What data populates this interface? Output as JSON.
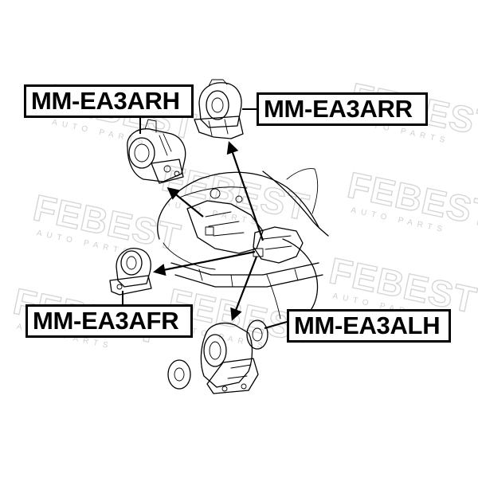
{
  "watermark": {
    "brand": "FEBEST",
    "tagline": "AUTO PARTS"
  },
  "labels": {
    "rear_right": "MM-EA3ARH",
    "rear_rear": "MM-EA3ARR",
    "front": "MM-EA3AFR",
    "left": "MM-EA3ALH"
  },
  "colors": {
    "ink": "#000000",
    "watermark": "#d6d6d6",
    "background": "#ffffff"
  }
}
